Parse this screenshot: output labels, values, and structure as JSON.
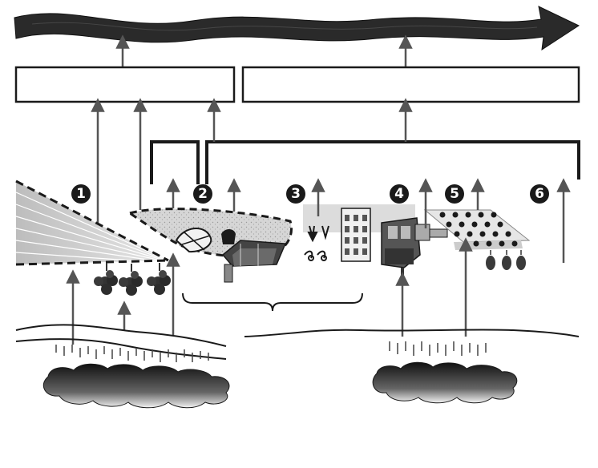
{
  "diagram": {
    "colors": {
      "ink": "#1a1a1a",
      "arrow_gray": "#555555",
      "band_fill": "#2a2a2a",
      "field_gray": "#cfcfcf",
      "ground_gray": "#b0b0b0"
    },
    "top_flow_band": {
      "icon": "wide-arrow-band-icon"
    },
    "boxes": [
      {
        "id": "left-box",
        "text": ""
      },
      {
        "id": "right-box",
        "text": ""
      }
    ],
    "markers": [
      {
        "id": "marker-1",
        "label": "1"
      },
      {
        "id": "marker-2",
        "label": "2"
      },
      {
        "id": "marker-3",
        "label": "3"
      },
      {
        "id": "marker-4",
        "label": "4"
      },
      {
        "id": "marker-5",
        "label": "5"
      },
      {
        "id": "marker-6",
        "label": "6"
      }
    ],
    "pictograms": [
      "grape-cluster-icon",
      "farm-shed-icon",
      "plant-sprout-icon",
      "factory-building-icon",
      "orchard-trees-icon",
      "cloud-deposit-icon"
    ]
  }
}
